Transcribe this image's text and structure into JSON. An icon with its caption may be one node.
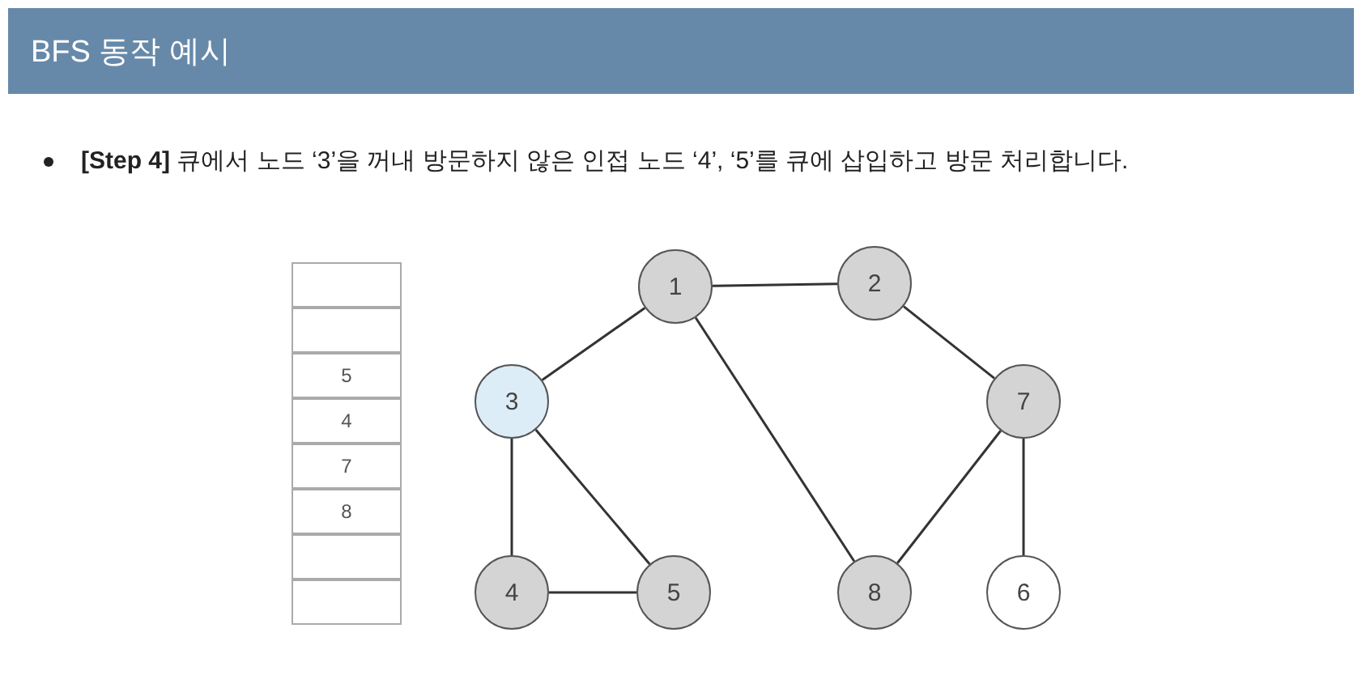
{
  "diagram": {
    "title": "BFS 동작 예시",
    "nodes": [
      {
        "text": [
          "1"
        ]
      },
      {
        "text": [
          "2"
        ]
      },
      {
        "text": [
          "3"
        ]
      },
      {
        "text": [
          "7"
        ]
      },
      {
        "text": [
          "4"
        ]
      },
      {
        "text": [
          "5"
        ]
      },
      {
        "text": [
          "8"
        ]
      },
      {
        "text": [
          "6"
        ]
      }
    ],
    "edges": [
      {
        "from": 0,
        "to": 1,
        "arrow": "none"
      },
      {
        "from": 0,
        "to": 2,
        "arrow": "none"
      },
      {
        "from": 0,
        "to": 6,
        "arrow": "none"
      },
      {
        "from": 1,
        "to": 3,
        "arrow": "none"
      },
      {
        "from": 2,
        "to": 4,
        "arrow": "none"
      },
      {
        "from": 2,
        "to": 5,
        "arrow": "none"
      },
      {
        "from": 4,
        "to": 5,
        "arrow": "none"
      },
      {
        "from": 3,
        "to": 6,
        "arrow": "none"
      },
      {
        "from": 3,
        "to": 7,
        "arrow": "none"
      }
    ],
    "labels": [
      "**[Step 4]** 큐에서 노드 ‘3’을 꺼내 방문하지 않은 인접 노드 ‘4’, ‘5’를 큐에 삽입하고 방문 처리합니다.",
      "5",
      "4",
      "7",
      "8"
    ]
  }
}
